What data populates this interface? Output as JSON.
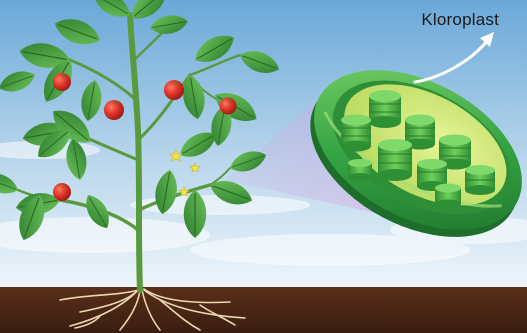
{
  "illustration": {
    "callout_label": "Kloroplast",
    "colors": {
      "sky_top": "#7fb6e0",
      "sky_bottom": "#e9f2f8",
      "soil": "#4a2616",
      "leaf": "#3f9b3a",
      "leaf_dark": "#2e7d2e",
      "stem": "#5a9a3e",
      "tomato": "#e0342a",
      "flower": "#f0e24a",
      "chloroplast_outer": "#3aa845",
      "chloroplast_inner": "#cfe97a",
      "grana": "#4fb54a",
      "zoom_wedge": "#d7b8e6"
    },
    "icons": [
      "tomato-plant",
      "roots",
      "chloroplast",
      "grana-stack",
      "callout-arrow"
    ]
  }
}
